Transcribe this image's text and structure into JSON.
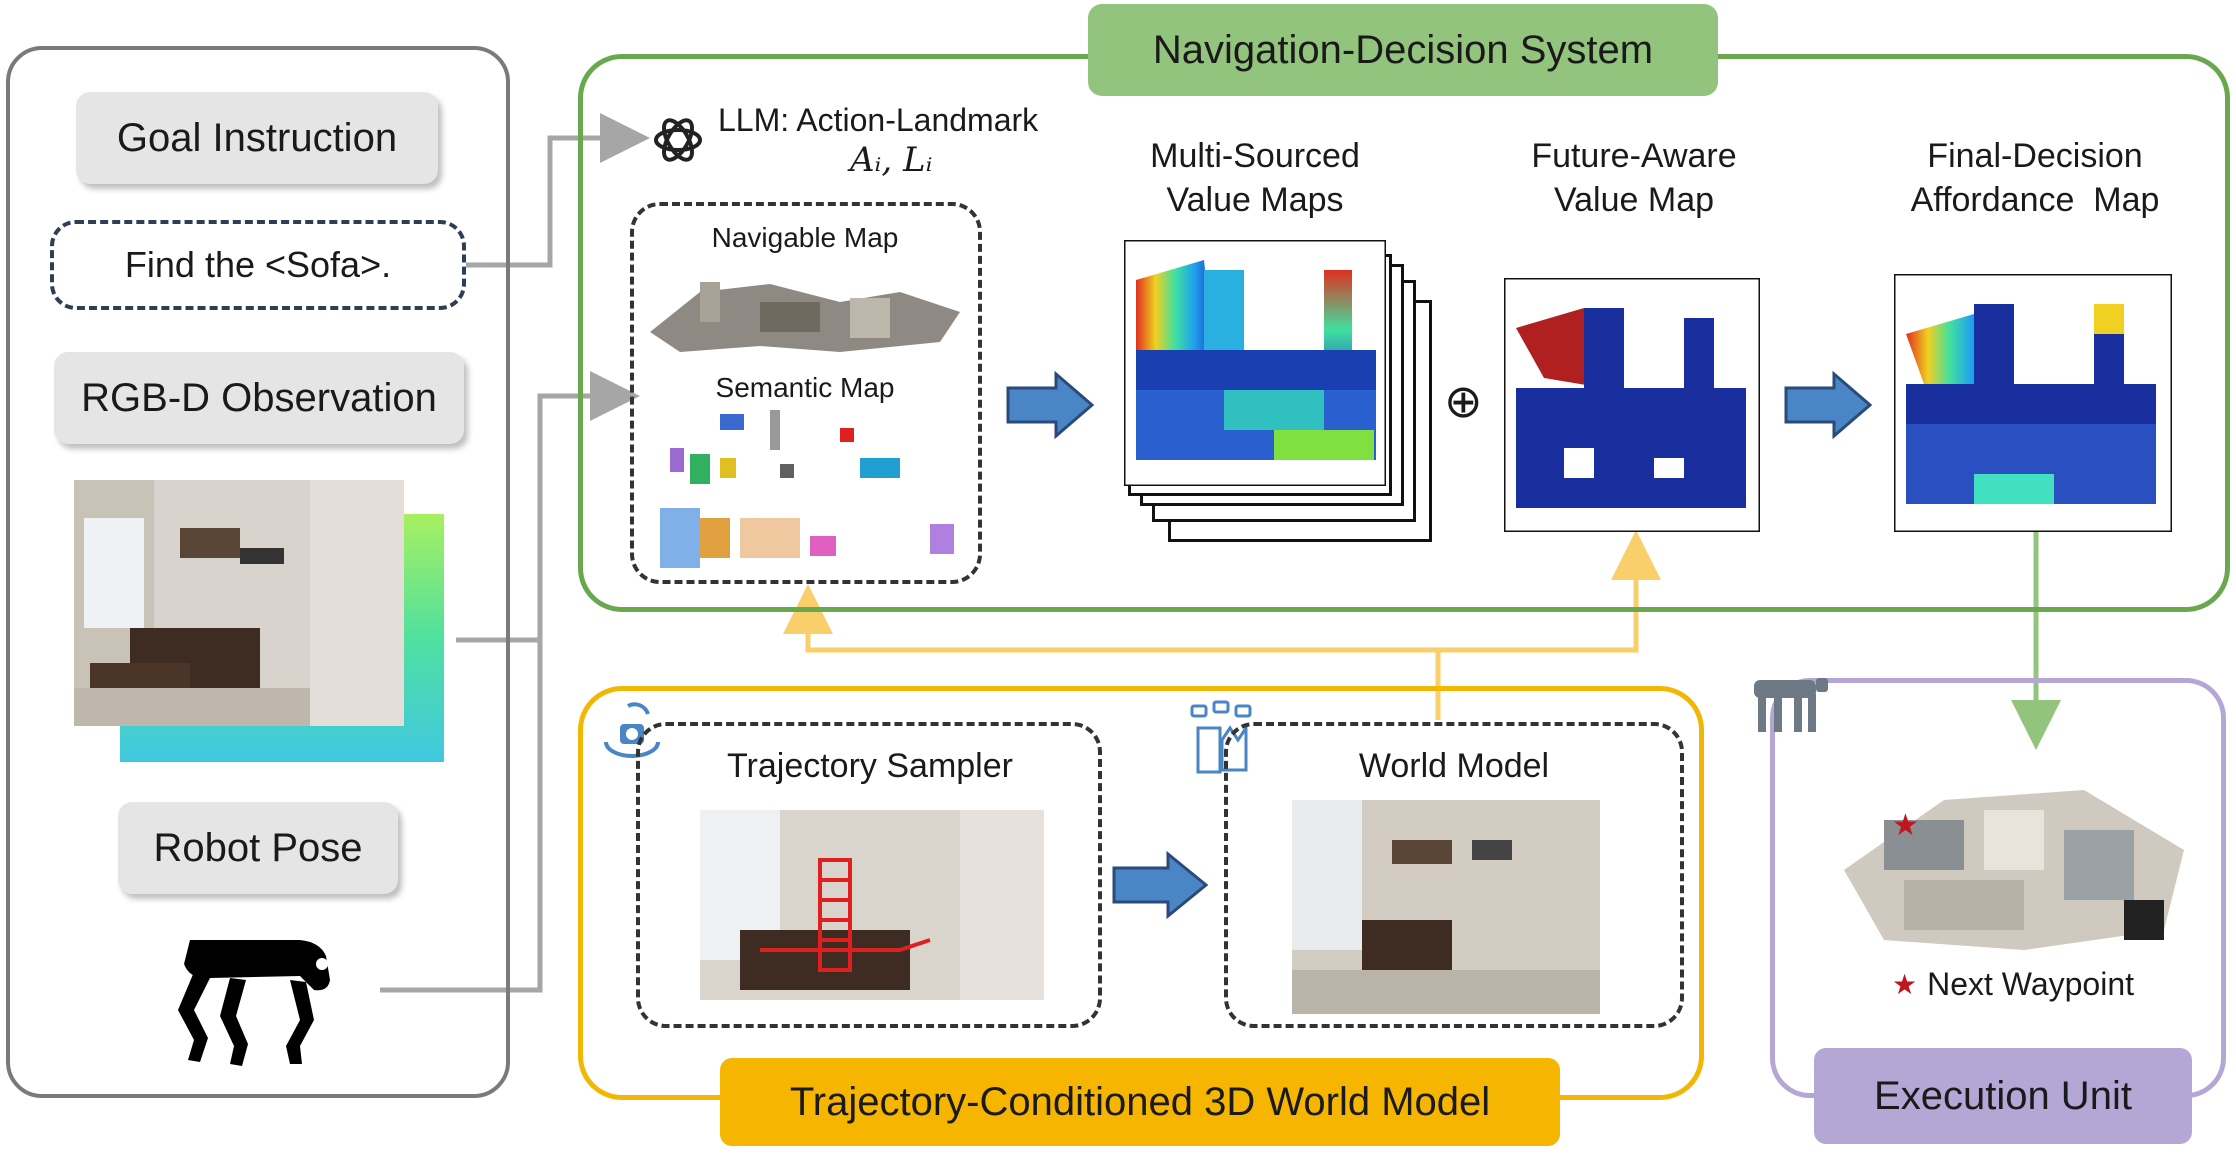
{
  "left_panel": {
    "goal_instruction_label": "Goal Instruction",
    "goal_text": "Find the <Sofa>.",
    "rgbd_label": "RGB-D Observation",
    "robot_pose_label": "Robot Pose"
  },
  "navigation_system": {
    "title": "Navigation-Decision System",
    "llm_label": "LLM: Action-Landmark",
    "llm_formula": "Aᵢ, Lᵢ",
    "navigable_map_label": "Navigable Map",
    "semantic_map_label": "Semantic Map",
    "multi_sourced_line1": "Multi-Sourced",
    "multi_sourced_line2": "Value Maps",
    "future_aware_line1": "Future-Aware",
    "future_aware_line2": "Value Map",
    "final_decision_line1": "Final-Decision",
    "final_decision_line2": "Affordance  Map",
    "plus_symbol": "⊕"
  },
  "world_model": {
    "title": "Trajectory-Conditioned 3D World Model",
    "trajectory_sampler_label": "Trajectory Sampler",
    "world_model_label": "World Model"
  },
  "execution": {
    "title": "Execution Unit",
    "waypoint_label": "Next Waypoint",
    "waypoint_star": "★"
  },
  "colors": {
    "nav_green": "#6aa84f",
    "nav_title_fill": "#93c47d",
    "world_yellow": "#f2b705",
    "world_title_fill": "#f6b500",
    "exec_purple": "#b4a7d6",
    "arrow_blue": "#4a86c5",
    "value_map_blue": "#1a2f9e"
  }
}
